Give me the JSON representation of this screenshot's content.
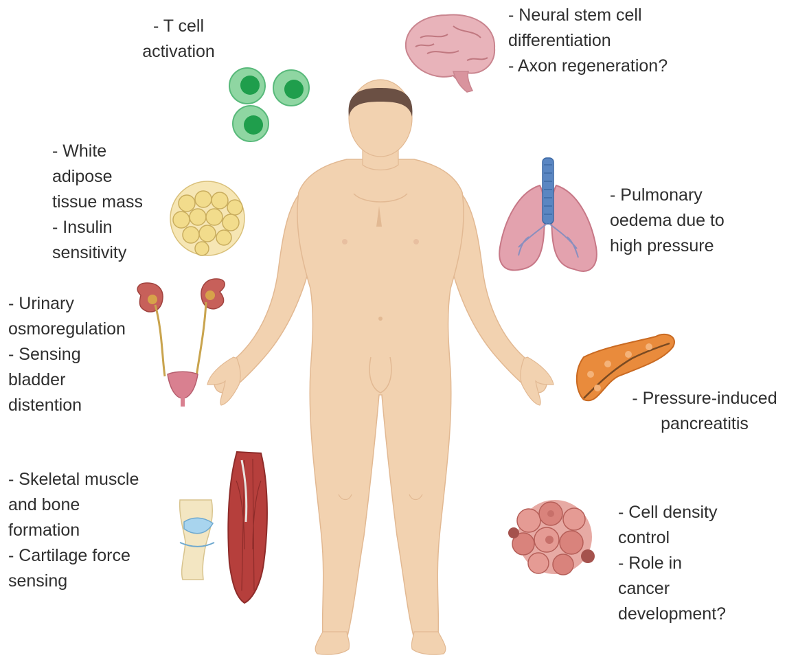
{
  "labels": {
    "tcell": [
      "- T cell",
      "activation"
    ],
    "neural": [
      "- Neural stem cell",
      "differentiation",
      "- Axon regeneration?"
    ],
    "adipose": [
      "- White",
      "adipose",
      "tissue mass",
      "- Insulin",
      "sensitivity"
    ],
    "pulmonary": [
      "- Pulmonary",
      "oedema due to",
      "high pressure"
    ],
    "urinary": [
      "- Urinary",
      "osmoregulation",
      "- Sensing",
      "bladder",
      "distention"
    ],
    "pancreas": [
      "- Pressure-induced",
      "pancreatitis"
    ],
    "muscle": [
      "- Skeletal muscle",
      "and bone",
      "formation",
      "- Cartilage force",
      "sensing"
    ],
    "cancer": [
      "- Cell density",
      "control",
      "- Role in",
      "cancer",
      "development?"
    ]
  },
  "colors": {
    "skin": "#f2d2b0",
    "skin_shade": "#e2b993",
    "hair": "#6b5044",
    "tcell": "#7dcf94",
    "tcell_nucleus": "#1f9e4c",
    "brain": "#e3a9b1",
    "lung": "#d9899a",
    "trachea": "#5a86c2",
    "fat": "#f2dc8c",
    "kidney": "#c7605a",
    "pancreas": "#e98b3c",
    "muscle": "#b63f3c",
    "cartilage": "#a8d4ee",
    "tumor": "#d9837c"
  }
}
